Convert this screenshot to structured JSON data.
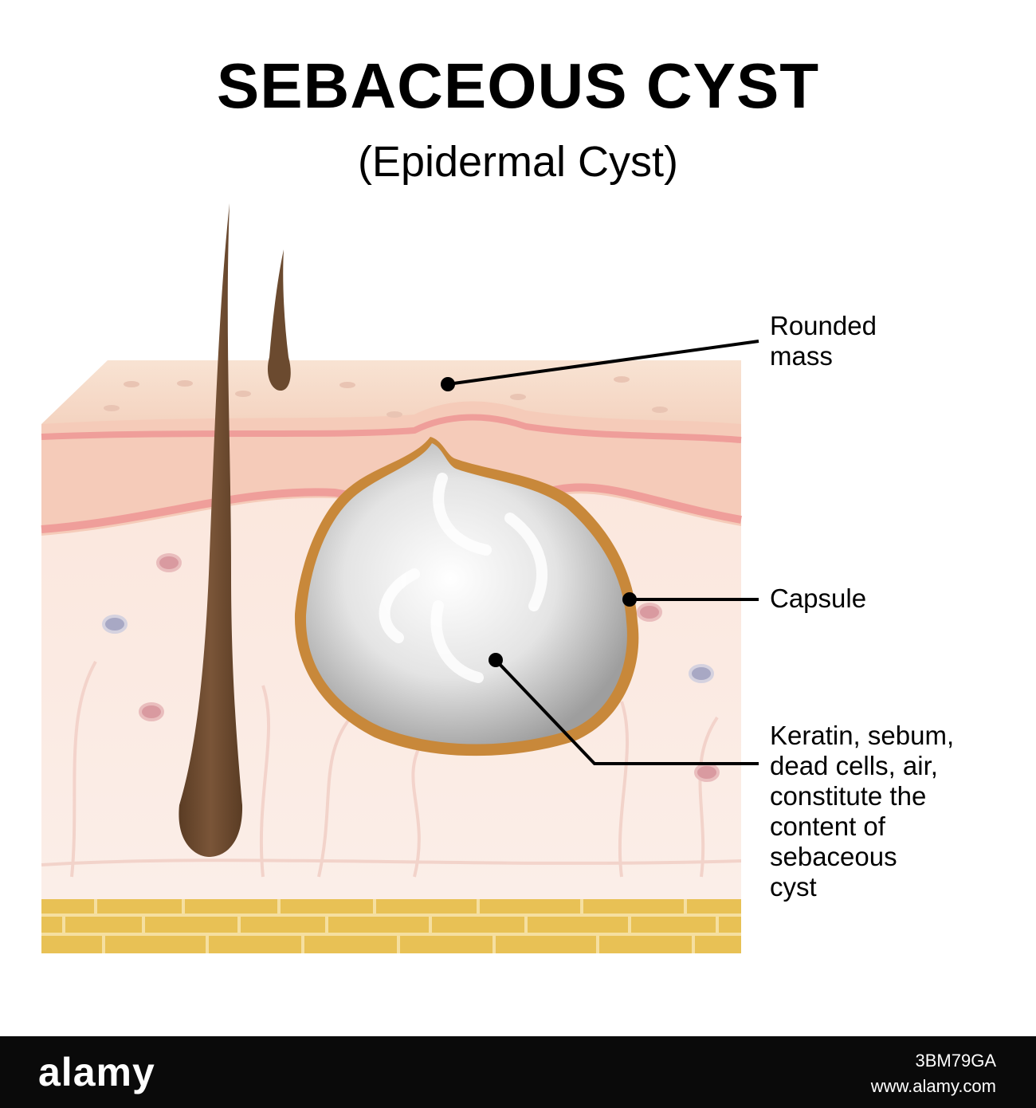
{
  "title": "SEBACEOUS CYST",
  "subtitle": "(Epidermal Cyst)",
  "labels": {
    "rounded_mass": [
      "Rounded",
      "mass"
    ],
    "capsule": [
      "Capsule"
    ],
    "content": [
      "Keratin, sebum,",
      "dead cells, air,",
      "constitute the",
      "content of",
      "sebaceous",
      "cyst"
    ]
  },
  "footer": {
    "logo": "alamy",
    "image_id": "3BM79GA",
    "url": "www.alamy.com"
  },
  "colors": {
    "epidermis_top": "#f6dccb",
    "epidermis_red_line": "#ef9e9a",
    "dermis": "#fbe8df",
    "fat": "#e8c155",
    "hair": "#6b4a2f",
    "capsule": "#c8883a",
    "cyst_fill": "#d7d7d7"
  }
}
